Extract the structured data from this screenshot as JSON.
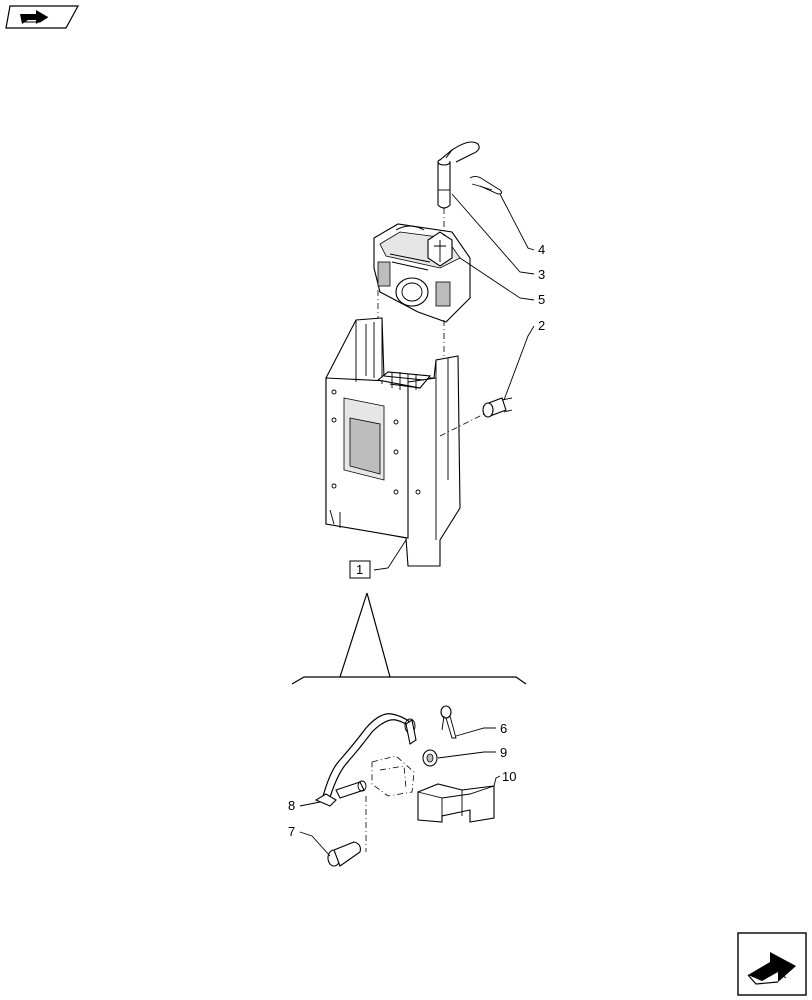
{
  "diagram": {
    "callouts": [
      {
        "id": "c1",
        "label": "1",
        "boxed": true
      },
      {
        "id": "c2",
        "label": "2"
      },
      {
        "id": "c3",
        "label": "3"
      },
      {
        "id": "c4",
        "label": "4"
      },
      {
        "id": "c5",
        "label": "5"
      },
      {
        "id": "c6",
        "label": "6"
      },
      {
        "id": "c7",
        "label": "7"
      },
      {
        "id": "c8",
        "label": "8"
      },
      {
        "id": "c9",
        "label": "9"
      },
      {
        "id": "c10",
        "label": "10"
      }
    ]
  },
  "icons": {
    "top_left": "next-page-arrow-icon",
    "bottom_right": "next-page-arrow-icon"
  },
  "colors": {
    "line": "#000000",
    "background": "#ffffff"
  }
}
